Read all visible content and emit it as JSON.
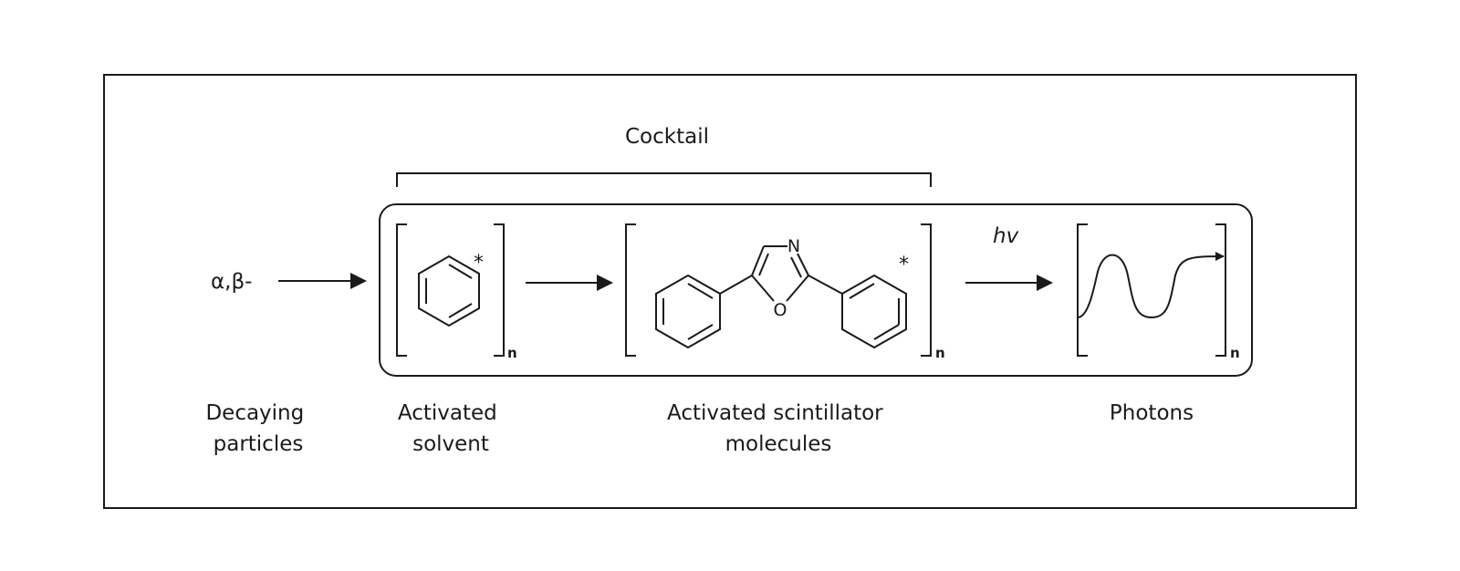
{
  "diagram": {
    "cocktail_label": "Cocktail",
    "particles_symbol": "α,β-",
    "photon_symbol": "hv",
    "subscript_n": "n",
    "star_mark": "*",
    "atom_n": "N",
    "atom_o": "O",
    "labels": {
      "decaying": [
        "Decaying",
        "particles"
      ],
      "solvent": [
        "Activated",
        "solvent"
      ],
      "scintillator": [
        "Activated scintillator",
        "molecules"
      ],
      "photons": [
        "Photons"
      ]
    },
    "icons": [
      "benzene-ring-icon",
      "ppo-molecule-icon",
      "photon-wave-icon",
      "arrow-right-icon"
    ]
  }
}
